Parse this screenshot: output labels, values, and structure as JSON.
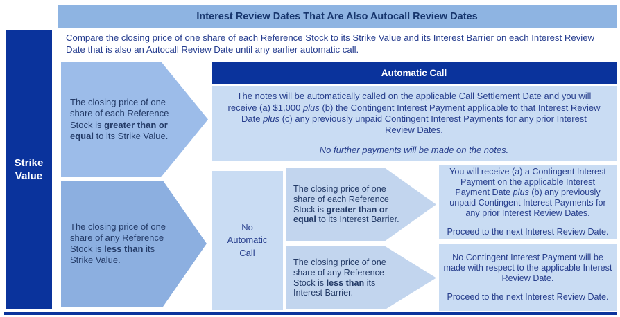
{
  "title_band": {
    "text": "Interest Review Dates That Are Also Autocall Review Dates"
  },
  "intro": {
    "text": "Compare the closing price of one share of each Reference Stock to its Strike Value and its Interest Barrier on each Interest Review Date that is also an Autocall Review Date until any earlier automatic call."
  },
  "left_bar": {
    "label": "Strike Value"
  },
  "arrows": {
    "strike_ge": {
      "pre": "The closing price of one share of each Reference Stock is ",
      "bold": "greater than or equal",
      "post": " to its Strike Value."
    },
    "strike_lt": {
      "pre": "The closing price of one share of any Reference Stock is ",
      "bold": "less than",
      "post": " its Strike Value."
    },
    "barrier_ge": {
      "pre": "The closing price of one share of each Reference Stock is ",
      "bold": "greater than or equal",
      "post": " to its Interest Barrier."
    },
    "barrier_lt": {
      "pre": "The closing price of one share of any Reference Stock is ",
      "bold": "less than",
      "post": " its Interest Barrier."
    }
  },
  "automatic_call": {
    "header": "Automatic Call",
    "p1a": "The notes will be automatically called on the applicable Call Settlement Date and you will receive (a) $1,000 ",
    "p1i1": "plus",
    "p1b": " (b) the Contingent Interest Payment applicable to that Interest Review Date ",
    "p1i2": "plus",
    "p1c": " (c) any previously unpaid Contingent Interest Payments for any prior Interest Review Dates.",
    "p2": "No further payments will be made on the notes."
  },
  "no_automatic_call": {
    "label": "No Automatic Call"
  },
  "outcomes": {
    "interest_paid": {
      "p1a": "You will receive (a) a Contingent Interest Payment on the applicable Interest Payment Date ",
      "p1i": "plus",
      "p1b": " (b) any previously unpaid Contingent Interest Payments for any prior Interest Review Dates.",
      "p2": "Proceed to the next Interest Review Date."
    },
    "no_interest": {
      "p1": "No Contingent Interest Payment will be made with respect to the applicable Interest Review Date.",
      "p2": "Proceed to the next Interest Review Date."
    }
  },
  "colors": {
    "deep_blue": "#0A339C",
    "band_blue": "#8EB4E2",
    "arrow_top_blue": "#9CBCE9",
    "arrow_bottom_blue": "#8CAFE0",
    "pale_blue": "#C9DCF3",
    "small_arrow_blue": "#C2D5EE",
    "title_text_navy": "#17366D",
    "body_text_navy": "#273E8C"
  }
}
